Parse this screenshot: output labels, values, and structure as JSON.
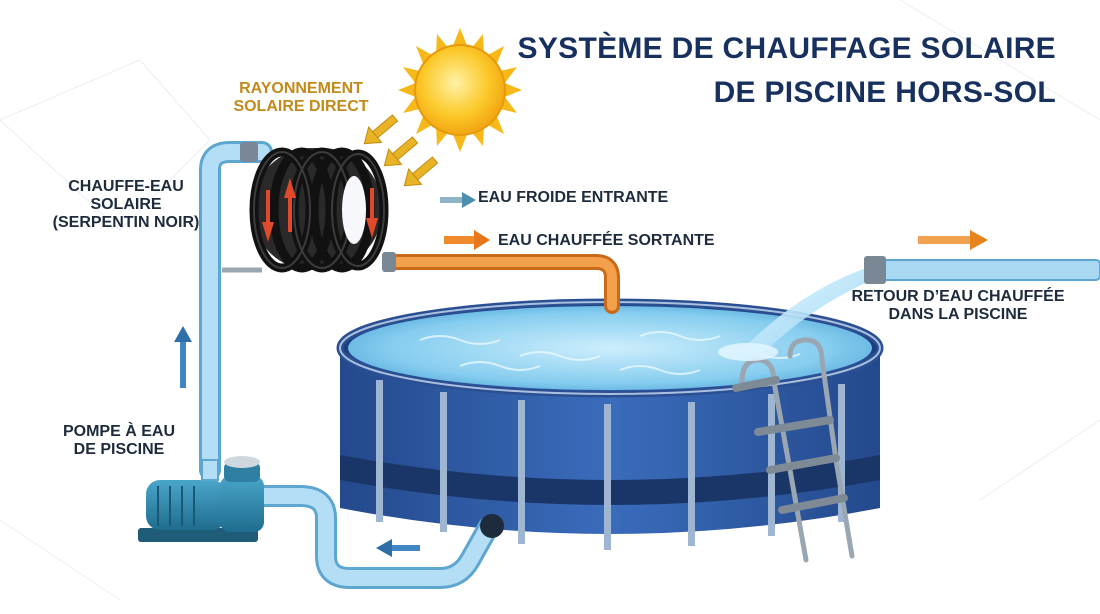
{
  "title": {
    "line1": "SYSTÈME DE CHAUFFAGE SOLAIRE",
    "line2": "DE PISCINE HORS-SOL"
  },
  "labels": {
    "sun_line1": "RAYONNEMENT",
    "sun_line2": "SOLAIRE DIRECT",
    "heater_line1": "CHAUFFE-EAU",
    "heater_line2": "SOLAIRE",
    "heater_line3": "(SERPENTIN NOIR)",
    "cold_in": "EAU FROIDE ENTRANTE",
    "hot_out": "EAU CHAUFFÉE SORTANTE",
    "return_line1": "RETOUR D’EAU CHAUFFÉE",
    "return_line2": "DANS LA PISCINE",
    "pump_line1": "POMPE À EAU",
    "pump_line2": "DE PISCINE"
  },
  "colors": {
    "title": "#17305e",
    "text": "#1d2b3c",
    "sun_text": "#c28a1a",
    "pool_wall": "#2f5da8",
    "water": "#7fc8ee",
    "pipe": "#a9d8f2",
    "hot_pipe": "#f08a2c",
    "coil": "#1f1f1f",
    "sun": "#f7c21a"
  },
  "icons": [
    "sun-icon",
    "solar-coil-icon",
    "pool-pump-icon",
    "pool-ladder-icon",
    "flow-arrow-icon"
  ]
}
